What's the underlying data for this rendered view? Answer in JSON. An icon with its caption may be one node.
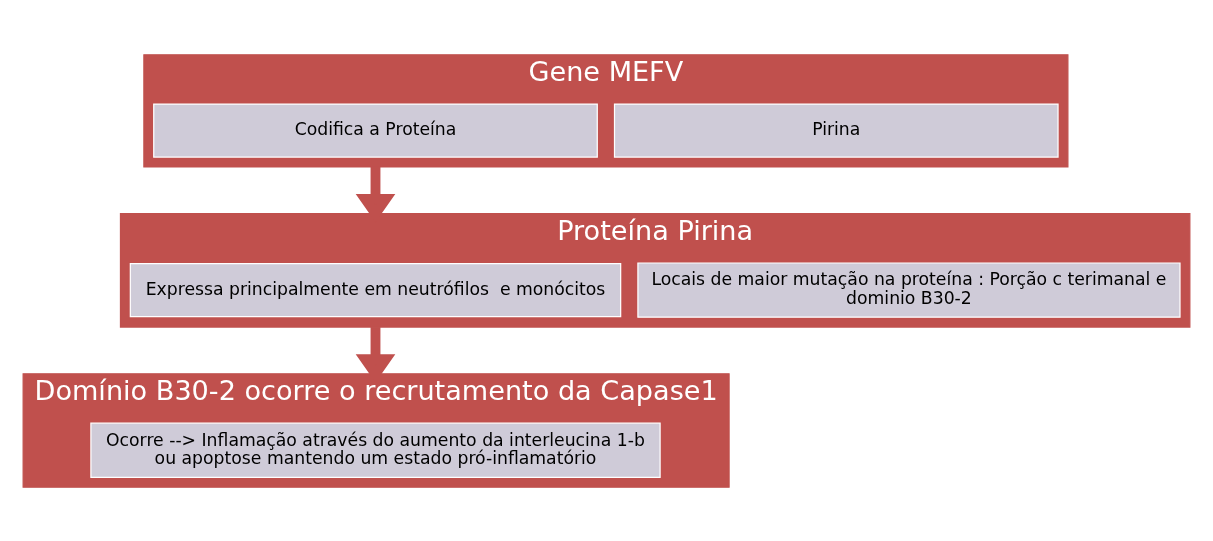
{
  "diagram": {
    "nodes": [
      {
        "text": [
          "Gene MEFV"
        ]
      },
      {
        "text": [
          "Codifica a Proteína"
        ],
        "in": 0
      },
      {
        "text": [
          "Pirina"
        ],
        "in": 0
      },
      {
        "text": [
          "Proteína Pirina"
        ]
      },
      {
        "text": [
          "Expressa principalmente em neutrófilos  e monócitos"
        ],
        "in": 3
      },
      {
        "text": [
          "Locais de maior mutação na proteína : Porção c terimanal e dominio B30-2"
        ],
        "in": 3
      },
      {
        "text": [
          "Domínio B30-2 ocorre o recrutamento da Capase1"
        ]
      },
      {
        "text": [
          "Ocorre --> Inflamação através do aumento da interleucina 1-b ou apoptose mantendo um estado pró-inflamatório"
        ],
        "in": 6
      }
    ],
    "edges": [
      {
        "from": 0,
        "to": 3,
        "arrow": "to"
      },
      {
        "from": 3,
        "to": 6,
        "arrow": "to"
      }
    ]
  }
}
